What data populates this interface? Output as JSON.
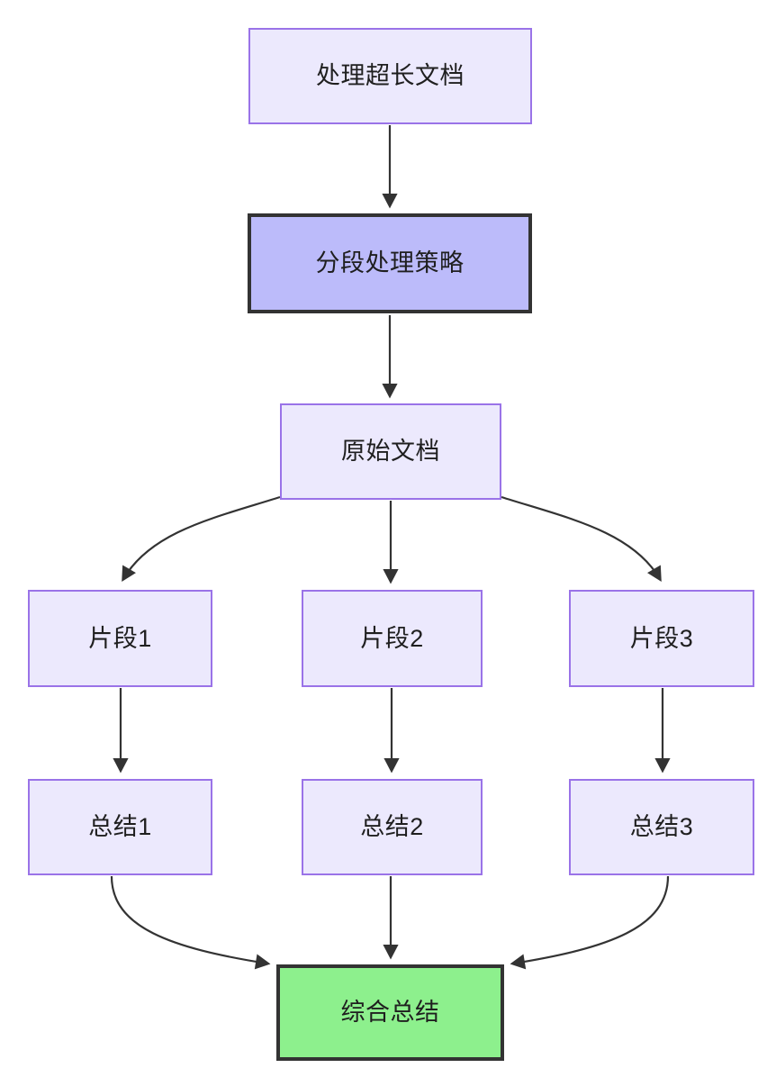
{
  "diagram": {
    "type": "flowchart",
    "direction": "top-down",
    "background_color": "#ffffff",
    "edge_color": "#333333",
    "nodes": [
      {
        "id": "long-doc",
        "label": "处理超长文档",
        "style": "light",
        "fill": "#ece9fd",
        "stroke": "#9a73e8"
      },
      {
        "id": "chunk-policy",
        "label": "分段处理策略",
        "style": "accent",
        "fill": "#bcbbfa",
        "stroke": "#333333"
      },
      {
        "id": "source-doc",
        "label": "原始文档",
        "style": "light",
        "fill": "#ece9fd",
        "stroke": "#9a73e8"
      },
      {
        "id": "fragment-1",
        "label": "片段1",
        "style": "light",
        "fill": "#ece9fd",
        "stroke": "#9a73e8"
      },
      {
        "id": "fragment-2",
        "label": "片段2",
        "style": "light",
        "fill": "#ece9fd",
        "stroke": "#9a73e8"
      },
      {
        "id": "fragment-3",
        "label": "片段3",
        "style": "light",
        "fill": "#ece9fd",
        "stroke": "#9a73e8"
      },
      {
        "id": "summary-1",
        "label": "总结1",
        "style": "light",
        "fill": "#ece9fd",
        "stroke": "#9a73e8"
      },
      {
        "id": "summary-2",
        "label": "总结2",
        "style": "light",
        "fill": "#ece9fd",
        "stroke": "#9a73e8"
      },
      {
        "id": "summary-3",
        "label": "总结3",
        "style": "light",
        "fill": "#ece9fd",
        "stroke": "#9a73e8"
      },
      {
        "id": "final-summary",
        "label": "综合总结",
        "style": "final",
        "fill": "#8df08d",
        "stroke": "#333333"
      }
    ],
    "edges": [
      {
        "from": "long-doc",
        "to": "chunk-policy",
        "shape": "straight",
        "arrow": "triangle"
      },
      {
        "from": "chunk-policy",
        "to": "source-doc",
        "shape": "straight",
        "arrow": "triangle"
      },
      {
        "from": "source-doc",
        "to": "fragment-1",
        "shape": "curve",
        "arrow": "triangle"
      },
      {
        "from": "source-doc",
        "to": "fragment-2",
        "shape": "straight",
        "arrow": "triangle"
      },
      {
        "from": "source-doc",
        "to": "fragment-3",
        "shape": "curve",
        "arrow": "triangle"
      },
      {
        "from": "fragment-1",
        "to": "summary-1",
        "shape": "straight",
        "arrow": "triangle"
      },
      {
        "from": "fragment-2",
        "to": "summary-2",
        "shape": "straight",
        "arrow": "triangle"
      },
      {
        "from": "fragment-3",
        "to": "summary-3",
        "shape": "straight",
        "arrow": "triangle"
      },
      {
        "from": "summary-1",
        "to": "final-summary",
        "shape": "curve",
        "arrow": "triangle"
      },
      {
        "from": "summary-2",
        "to": "final-summary",
        "shape": "straight",
        "arrow": "triangle"
      },
      {
        "from": "summary-3",
        "to": "final-summary",
        "shape": "curve",
        "arrow": "triangle"
      }
    ]
  }
}
